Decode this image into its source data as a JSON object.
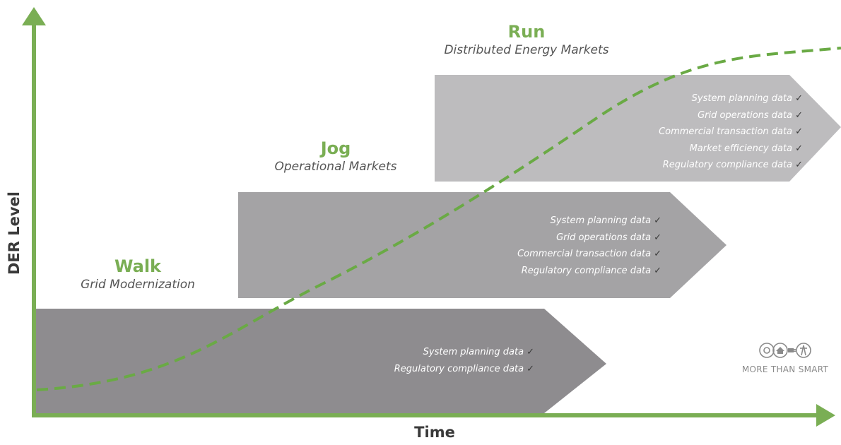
{
  "axes": {
    "y_label": "DER Level",
    "x_label": "Time"
  },
  "colors": {
    "axis": "#7aae54",
    "curve": "#6aaa45",
    "stage_walk": "#8e8c8f",
    "stage_jog": "#a4a3a5",
    "stage_run": "#bdbcbe",
    "title": "#7aae54",
    "check": "#3b3b3b"
  },
  "stages": [
    {
      "id": "walk",
      "title": "Walk",
      "subtitle": "Grid Modernization",
      "items": [
        "System planning data",
        "Regulatory compliance data"
      ]
    },
    {
      "id": "jog",
      "title": "Jog",
      "subtitle": "Operational Markets",
      "items": [
        "System planning data",
        "Grid operations data",
        "Commercial transaction data",
        "Regulatory compliance data"
      ]
    },
    {
      "id": "run",
      "title": "Run",
      "subtitle": "Distributed Energy Markets",
      "items": [
        "System planning data",
        "Grid operations data",
        "Commercial transaction data",
        "Market efficiency data",
        "Regulatory compliance data"
      ]
    }
  ],
  "check_glyph": "✓",
  "logo": {
    "text": "MORE THAN SMART",
    "icons": [
      "sun-icon",
      "house-icon",
      "plug-icon",
      "grid-tower-icon"
    ]
  }
}
